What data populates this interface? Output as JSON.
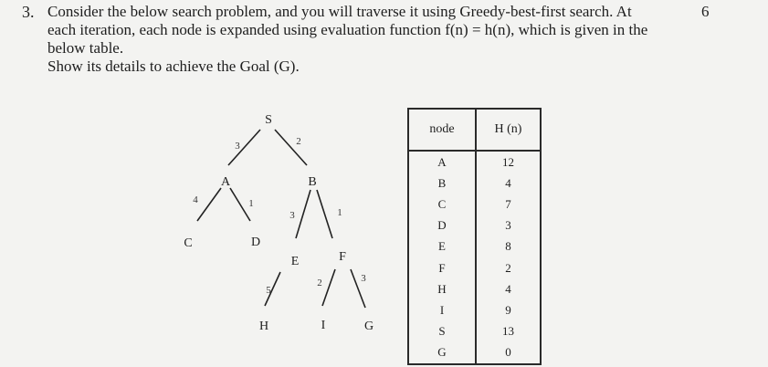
{
  "question": {
    "number": "3.",
    "marks": "6",
    "lines": [
      "Consider the below search problem, and you will traverse it using Greedy-best-first search. At",
      "each iteration, each node is expanded using evaluation function f(n) = h(n), which is given in the",
      "below table.",
      "Show its details to achieve the Goal (G)."
    ]
  },
  "tree": {
    "nodes": {
      "S": "S",
      "A": "A",
      "B": "B",
      "C": "C",
      "D": "D",
      "E": "E",
      "F": "F",
      "H": "H",
      "I": "I",
      "G": "G"
    },
    "edges": {
      "S_A": "3",
      "S_B": "2",
      "A_C": "4",
      "A_D": "1",
      "B_E": "3",
      "B_F": "1",
      "E_H": "5",
      "F_I": "2",
      "F_G": "3"
    }
  },
  "table": {
    "headers": [
      "node",
      "H (n)"
    ],
    "rows": [
      [
        "A",
        "12"
      ],
      [
        "B",
        "4"
      ],
      [
        "C",
        "7"
      ],
      [
        "D",
        "3"
      ],
      [
        "E",
        "8"
      ],
      [
        "F",
        "2"
      ],
      [
        "H",
        "4"
      ],
      [
        "I",
        "9"
      ],
      [
        "S",
        "13"
      ],
      [
        "G",
        "0"
      ]
    ]
  }
}
